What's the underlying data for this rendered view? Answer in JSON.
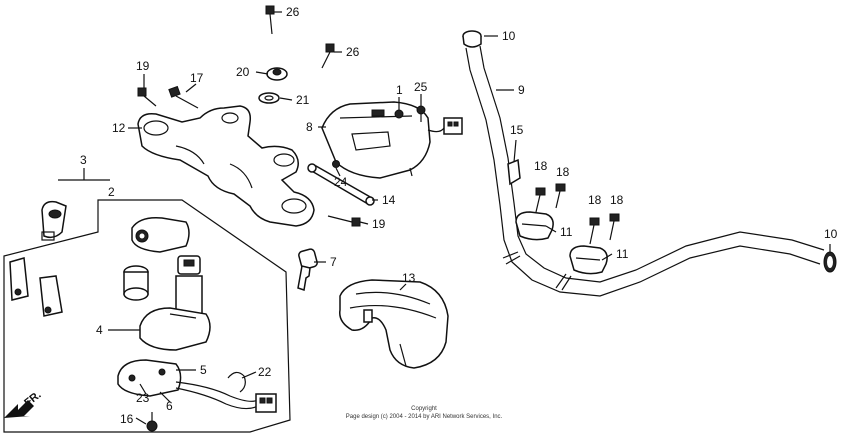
{
  "callouts": [
    {
      "id": "1",
      "text": "1"
    },
    {
      "id": "2",
      "text": "2"
    },
    {
      "id": "3",
      "text": "3"
    },
    {
      "id": "4",
      "text": "4"
    },
    {
      "id": "5",
      "text": "5"
    },
    {
      "id": "6",
      "text": "6"
    },
    {
      "id": "7",
      "text": "7"
    },
    {
      "id": "8",
      "text": "8"
    },
    {
      "id": "9",
      "text": "9"
    },
    {
      "id": "10a",
      "text": "10"
    },
    {
      "id": "10b",
      "text": "10"
    },
    {
      "id": "11a",
      "text": "11"
    },
    {
      "id": "11b",
      "text": "11"
    },
    {
      "id": "12",
      "text": "12"
    },
    {
      "id": "13",
      "text": "13"
    },
    {
      "id": "14",
      "text": "14"
    },
    {
      "id": "15",
      "text": "15"
    },
    {
      "id": "16",
      "text": "16"
    },
    {
      "id": "17",
      "text": "17"
    },
    {
      "id": "18a",
      "text": "18"
    },
    {
      "id": "18b",
      "text": "18"
    },
    {
      "id": "18c",
      "text": "18"
    },
    {
      "id": "18d",
      "text": "18"
    },
    {
      "id": "19a",
      "text": "19"
    },
    {
      "id": "19b",
      "text": "19"
    },
    {
      "id": "20",
      "text": "20"
    },
    {
      "id": "21",
      "text": "21"
    },
    {
      "id": "22",
      "text": "22"
    },
    {
      "id": "23",
      "text": "23"
    },
    {
      "id": "24",
      "text": "24"
    },
    {
      "id": "25",
      "text": "25"
    },
    {
      "id": "26a",
      "text": "26"
    },
    {
      "id": "26b",
      "text": "26"
    }
  ],
  "front_label": "FR.",
  "copyright_line1": "Copyright",
  "copyright_line2": "Page design (c) 2004 - 2014 by ARI Network Services, Inc."
}
